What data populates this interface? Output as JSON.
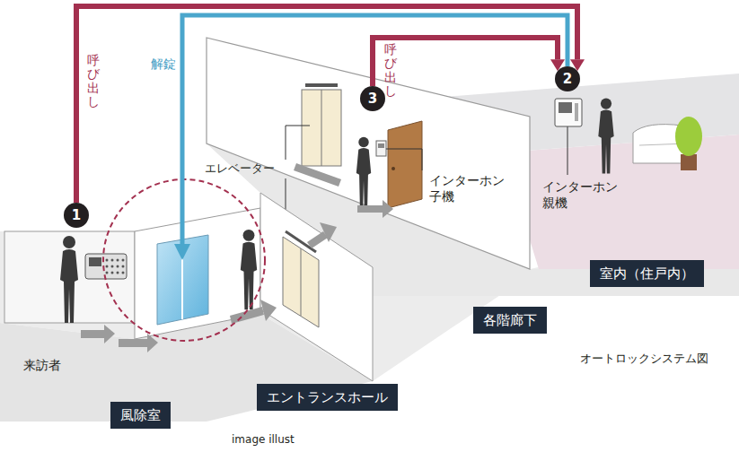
{
  "diagram": {
    "nodes": [
      {
        "text": [
          "1"
        ]
      },
      {
        "text": [
          "2"
        ]
      },
      {
        "text": [
          "3"
        ]
      },
      {
        "text": [
          "風除室"
        ]
      },
      {
        "text": [
          "エントランスホール"
        ]
      },
      {
        "text": [
          "各階廊下"
        ]
      },
      {
        "text": [
          "室内（住戸内）"
        ]
      }
    ],
    "edges": [
      {
        "from": 0,
        "to": 1,
        "label": "呼び出し",
        "arrow": "to"
      },
      {
        "from": 2,
        "to": 1,
        "label": "呼び出し",
        "arrow": "to"
      }
    ],
    "labels": [
      "エレベーター",
      "インターホン 子機",
      "インターホン 親機",
      "来訪者",
      "解錠",
      "オートロックシステム図",
      "image illust"
    ]
  }
}
